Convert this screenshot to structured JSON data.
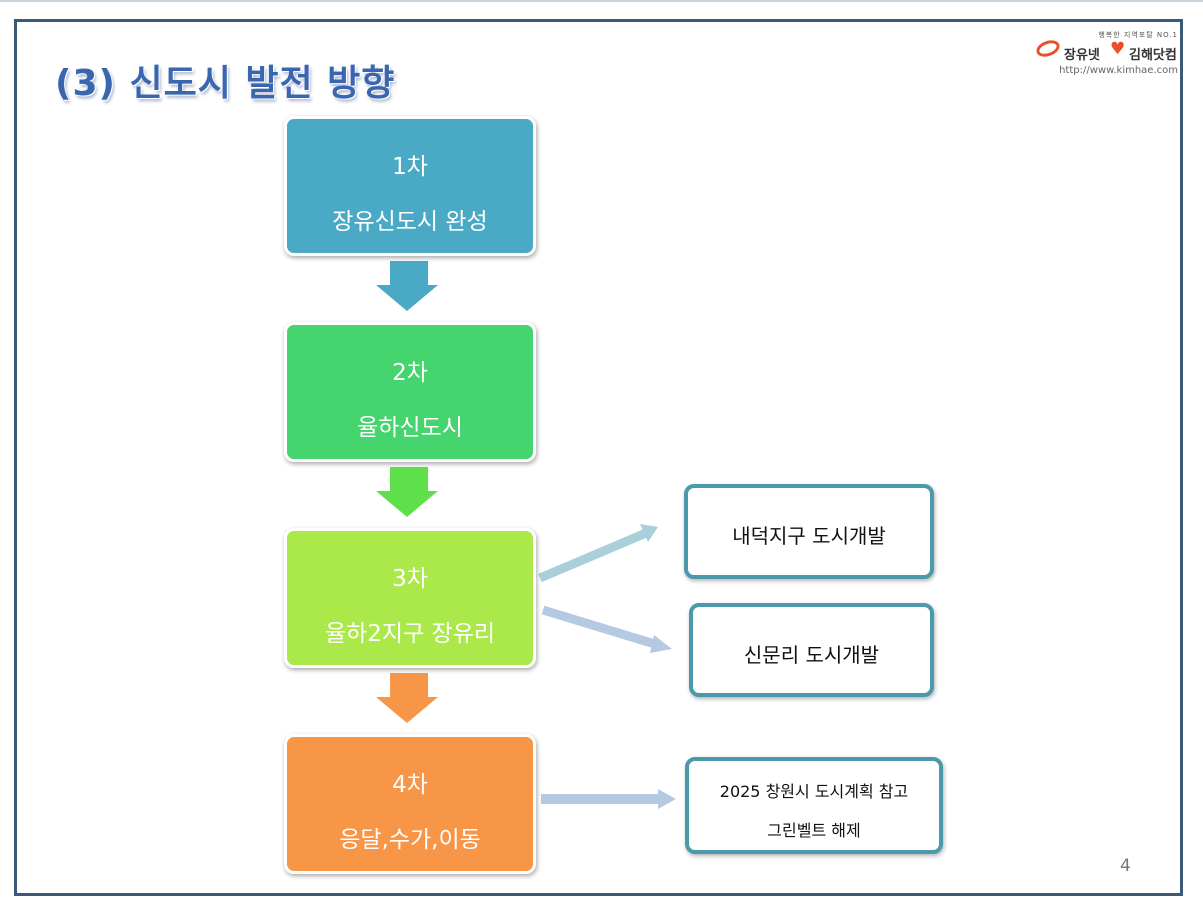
{
  "slide": {
    "title": "(3) 신도시 발전 방향",
    "page_number": "4"
  },
  "logo": {
    "slogan": "행복한 지역포탈 NO.1",
    "name_left": "장유넷",
    "name_right": "김해닷컴",
    "url": "http://www.kimhae.com",
    "accent_color": "#e8502a"
  },
  "stages": [
    {
      "step": "1차",
      "label": "장유신도시 완성",
      "color": "#4aaac6"
    },
    {
      "step": "2차",
      "label": "율하신도시",
      "color": "#45d46e"
    },
    {
      "step": "3차",
      "label": "율하2지구 장유리",
      "color": "#abe84a"
    },
    {
      "step": "4차",
      "label": "응달,수가,이동",
      "color": "#f79647"
    }
  ],
  "branches": [
    {
      "label": "내덕지구 도시개발"
    },
    {
      "label": "신문리 도시개발"
    },
    {
      "line1": "2025 창원시 도시계획 참고",
      "line2": "그린벨트 해제"
    }
  ],
  "colors": {
    "frame": "#3b5a78",
    "side_border": "#4a9aab",
    "connector": "#b5c9e2"
  }
}
